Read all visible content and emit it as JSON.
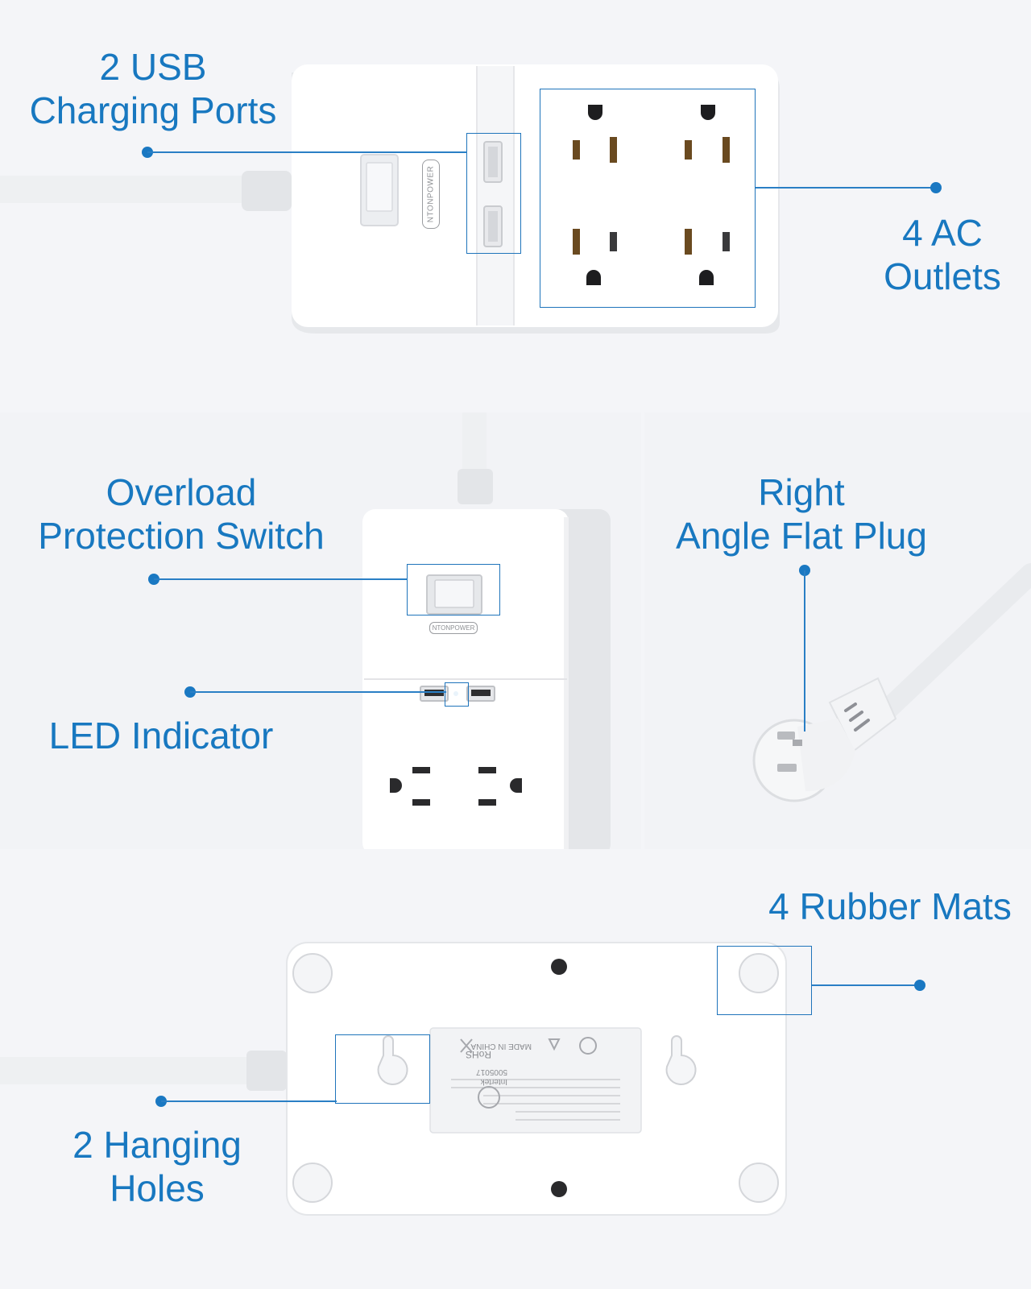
{
  "features": {
    "usb_ports": {
      "line1": "2 USB",
      "line2": "Charging Ports"
    },
    "ac_outlets": {
      "line1": "4 AC",
      "line2": "Outlets"
    },
    "overload_switch": {
      "line1": "Overload",
      "line2": "Protection Switch"
    },
    "led_indicator": {
      "line1": "LED Indicator"
    },
    "flat_plug": {
      "line1": "Right",
      "line2": "Angle Flat Plug"
    },
    "rubber_mats": {
      "line1": "4 Rubber Mats"
    },
    "hanging_holes": {
      "line1": "2 Hanging",
      "line2": "Holes"
    }
  },
  "product": {
    "brand": "NTONPOWER",
    "label": {
      "made_in": "MADE IN CHINA",
      "rohs": "RoHS",
      "model_number": "5005017",
      "certifier": "Intertek"
    }
  },
  "colors": {
    "accent": "#1878c0",
    "background": "#f4f5f8",
    "device": "#ffffff"
  }
}
